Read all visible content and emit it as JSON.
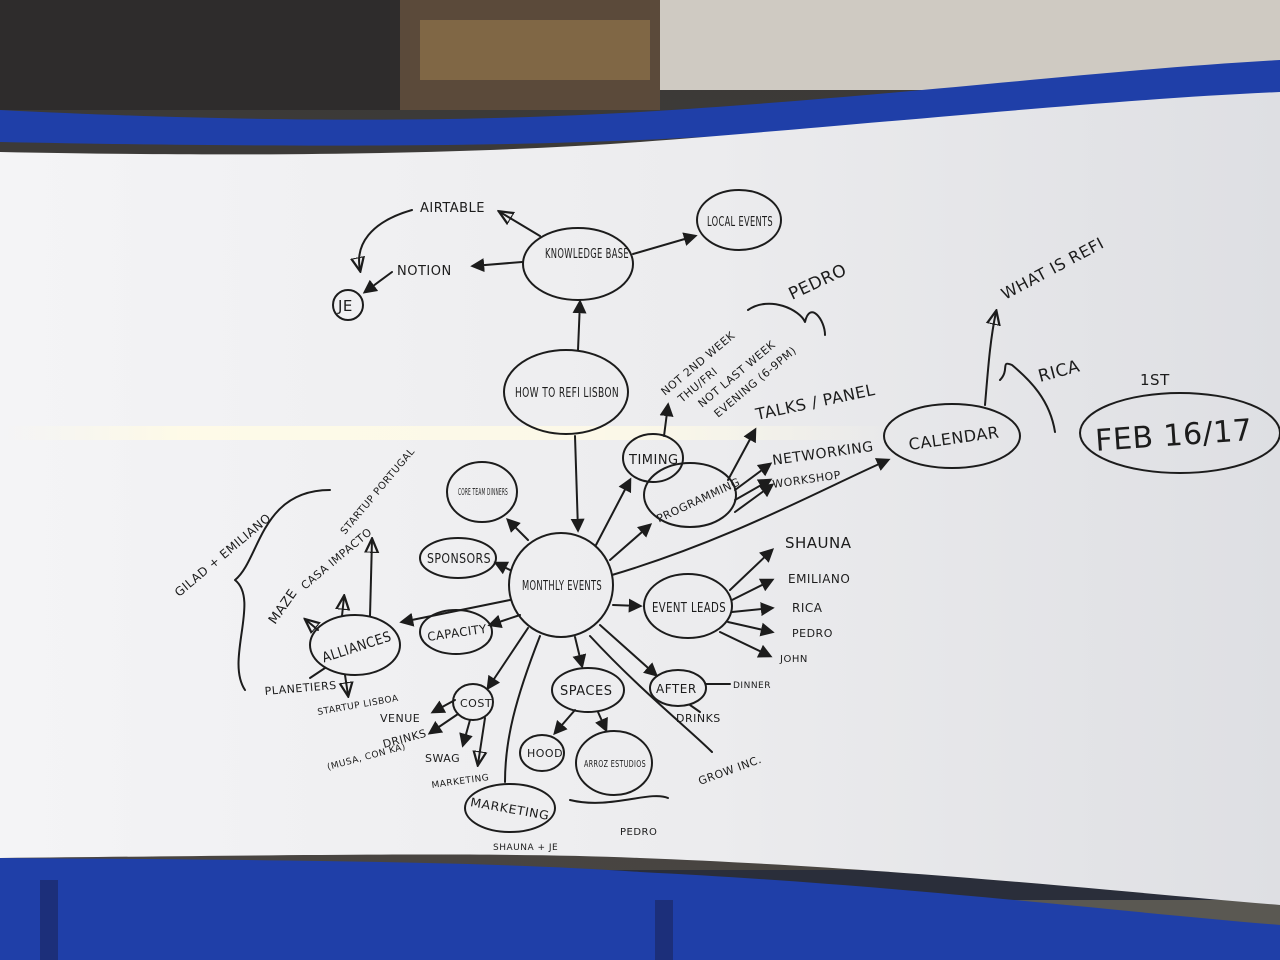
{
  "mind_map": {
    "center": "Monthly Events",
    "knowledge": {
      "title": "How to Refi Lisbon",
      "base": "Knowledge Base",
      "local_events": "Local Events",
      "airtable": "Airtable",
      "notion": "Notion",
      "je": "JE"
    },
    "timing": {
      "label": "Timing",
      "opt1": "Not 2nd week",
      "opt2": "Thu/Fri",
      "opt3": "Not last week",
      "opt4": "Evening (6-9pm)",
      "owner": "Pedro"
    },
    "programming": {
      "label": "Programming",
      "talks": "Talks / Panel",
      "networking": "Networking",
      "workshop": "Workshop"
    },
    "calendar": {
      "label": "Calendar",
      "what_is": "What is ReFi",
      "owner": "Rica",
      "date_note": "1st",
      "date": "Feb 16/17"
    },
    "core_team": "Core Team Dinners",
    "sponsors": "Sponsors",
    "capacity": "Capacity",
    "alliances": {
      "label": "Alliances",
      "gilad": "Gilad + Emiliano",
      "casa": "Casa Impacto",
      "startup_partner": "Startup Portugal",
      "maze": "Maze",
      "planetiers": "Planetiers",
      "startup_lisboa": "Startup Lisboa"
    },
    "event_leads": {
      "label": "Event Leads",
      "people": [
        "Shauna",
        "Emiliano",
        "Rica",
        "Pedro",
        "John"
      ]
    },
    "cost": {
      "label": "Cost",
      "venue": "Venue",
      "drinks": "Drinks",
      "swag": "Swag",
      "marketing": "Marketing",
      "drinks_note": "(Musa, Con Ka)"
    },
    "spaces": {
      "label": "Spaces",
      "hood": "Hood",
      "arroz": "Arroz Estudios",
      "grow": "Grow Inc.",
      "owner": "Pedro"
    },
    "after": {
      "label": "After",
      "dinner": "Dinner",
      "drinks": "Drinks"
    },
    "marketing": {
      "label": "Marketing",
      "owners": "Shauna + JE"
    }
  }
}
